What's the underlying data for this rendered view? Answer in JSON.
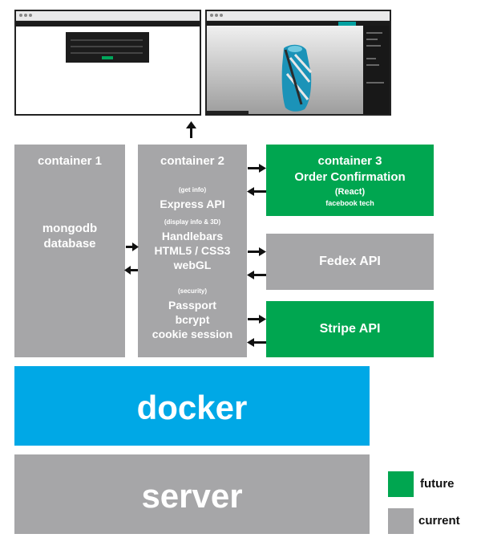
{
  "containers": {
    "c1": {
      "title": "container 1",
      "lines": [
        "mongodb",
        "database"
      ]
    },
    "c2": {
      "title": "container 2",
      "groups": [
        {
          "label": "(get info)",
          "items": [
            "Express API"
          ]
        },
        {
          "label": "(display info & 3D)",
          "items": [
            "Handlebars",
            "HTML5 / CSS3",
            "webGL"
          ]
        },
        {
          "label": "(security)",
          "items": [
            "Passport",
            "bcrypt",
            "cookie session"
          ]
        }
      ]
    },
    "c3": {
      "title": "container 3",
      "subtitle": "Order Confirmation",
      "tech": "(React)",
      "vendor": "facebook tech"
    }
  },
  "services": {
    "fedex": "Fedex API",
    "stripe": "Stripe API"
  },
  "layers": {
    "docker": "docker",
    "server": "server"
  },
  "legend": {
    "future": "future",
    "current": "current"
  },
  "colors": {
    "current": "#a6a6a8",
    "future": "#00a650",
    "docker": "#00a8e6"
  }
}
